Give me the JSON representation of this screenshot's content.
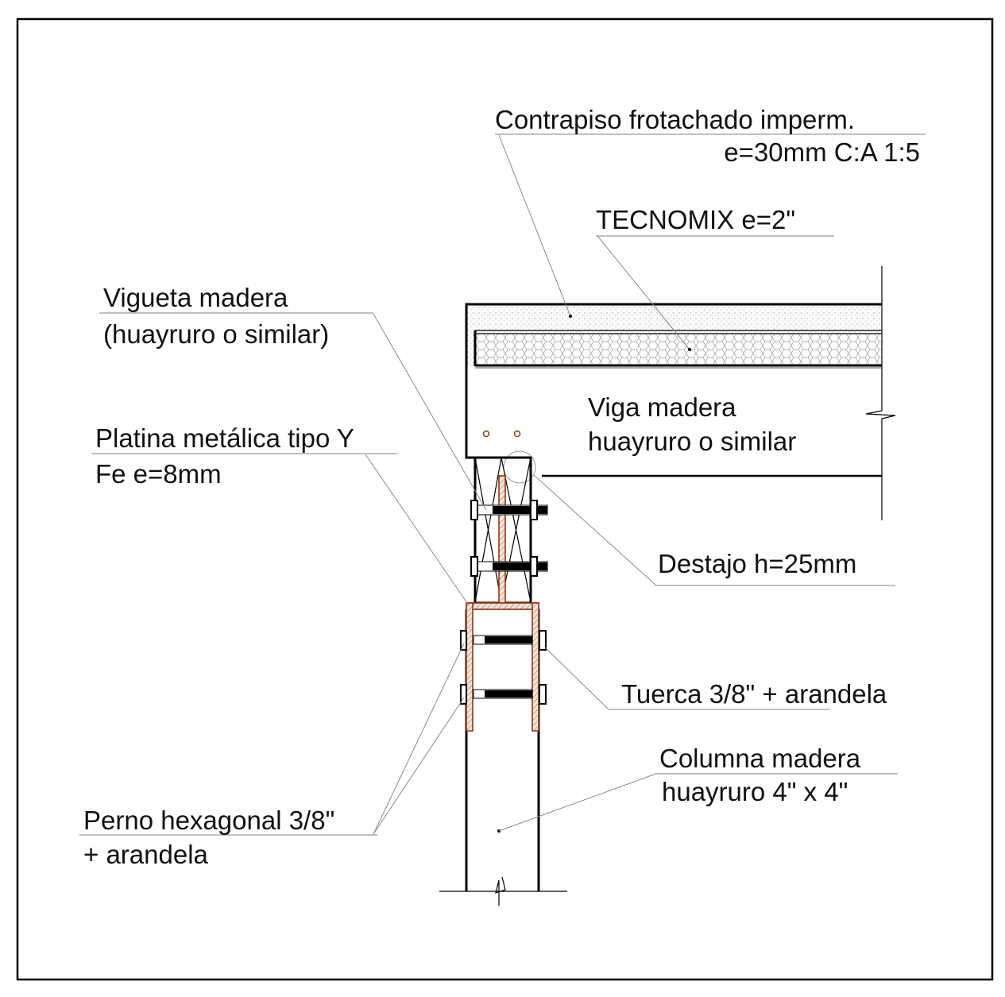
{
  "labels": {
    "contrapiso_1": "Contrapiso frotachado imperm.",
    "contrapiso_2": "e=30mm C:A 1:5",
    "tecnomix": "TECNOMIX e=2\"",
    "vigueta_1": "Vigueta madera",
    "vigueta_2": "(huayruro o similar)",
    "viga_1": "Viga madera",
    "viga_2": "huayruro o similar",
    "platina_1": "Platina metálica tipo Y",
    "platina_2": "Fe e=8mm",
    "destajo": "Destajo h=25mm",
    "tuerca": "Tuerca 3/8\" + arandela",
    "columna_1": "Columna madera",
    "columna_2": "huayruro 4\" x 4\"",
    "perno_1": "Perno hexagonal 3/8\"",
    "perno_2": "+ arandela"
  },
  "colors": {
    "steel": "#8b3a1a",
    "line": "#000000",
    "leader": "#8a8a8a"
  }
}
